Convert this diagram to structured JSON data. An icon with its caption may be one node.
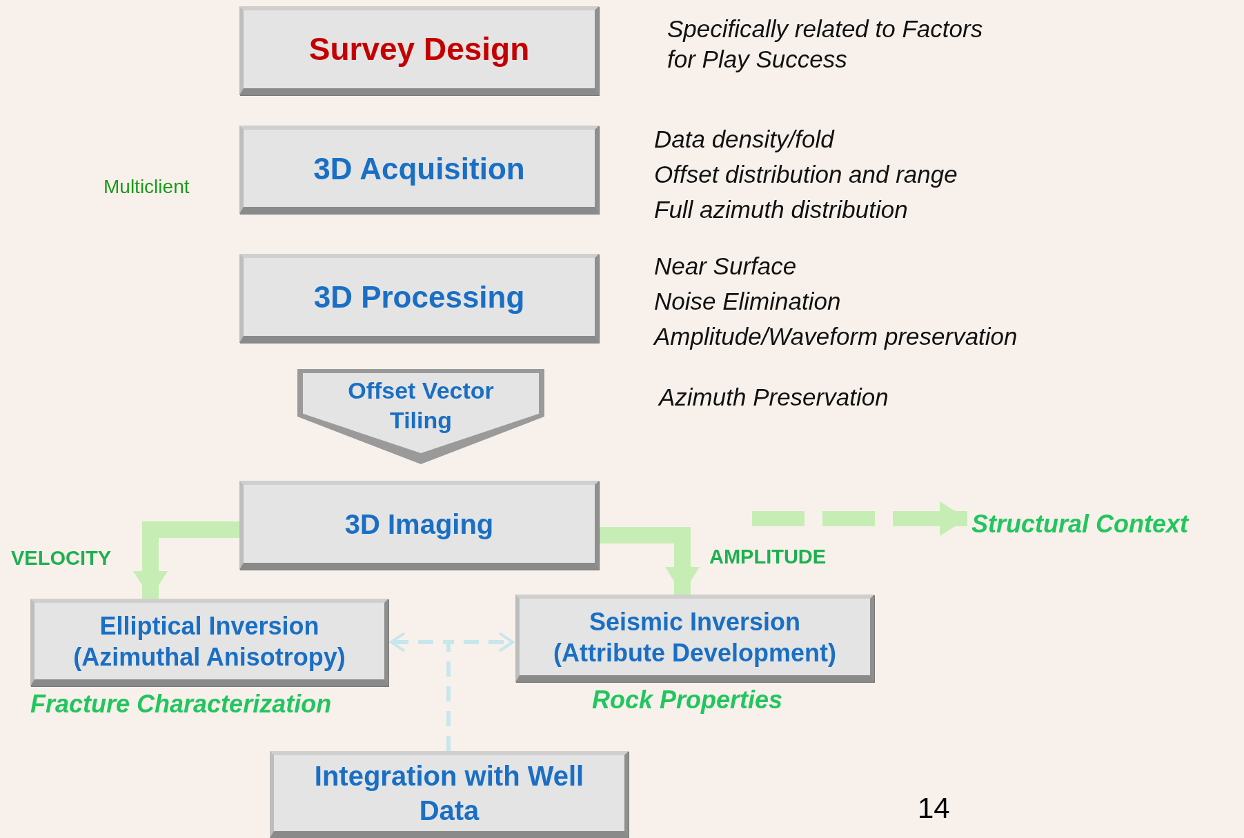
{
  "diagram": {
    "nodes": [
      {
        "text": [
          "Survey Design"
        ],
        "beside": [
          "Specifically related to Factors for Play Success"
        ]
      },
      {
        "text": [
          "3D Acquisition"
        ],
        "beside": [
          "Data density/fold",
          "Offset distribution and range",
          "Full azimuth distribution"
        ]
      },
      {
        "text": [
          "3D Processing"
        ],
        "beside": [
          "Near Surface",
          "Noise Elimination",
          "Amplitude/Waveform preservation"
        ]
      },
      {
        "text": [
          "Offset Vector Tiling"
        ]
      },
      {
        "text": [
          "3D Imaging"
        ]
      },
      {
        "text": [
          "Elliptical Inversion (Azimuthal Anisotropy)"
        ],
        "beside": [
          "Fracture Characterization"
        ]
      },
      {
        "text": [
          "Seismic Inversion (Attribute Development)"
        ],
        "beside": [
          "Rock Properties"
        ]
      },
      {
        "text": [
          "Integration with Well Data"
        ]
      },
      {
        "text": [
          "Structural Context"
        ]
      }
    ],
    "edges": [
      {
        "from": 4,
        "to": 5,
        "arrow": "to",
        "label": "VELOCITY"
      },
      {
        "from": 4,
        "to": 6,
        "arrow": "to",
        "label": "AMPLITUDE"
      },
      {
        "from": 4,
        "to": 8,
        "arrow": "to",
        "style": "dashed"
      },
      {
        "from": 7,
        "to": 5,
        "arrow": "to",
        "style": "dashed",
        "color": "#c8e6ec"
      },
      {
        "from": 7,
        "to": 6,
        "arrow": "to",
        "style": "dashed",
        "color": "#c8e6ec"
      }
    ],
    "labels": [
      "Multiclient",
      "Azimuth Preservation",
      "14"
    ]
  }
}
